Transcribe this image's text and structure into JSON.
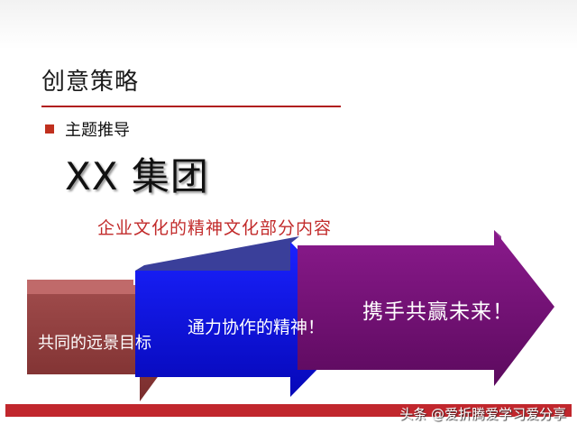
{
  "slide": {
    "title": "创意策略",
    "bullet": "主题推导",
    "company_name": "XX 集团",
    "subtitle": "企业文化的精神文化部分内容",
    "arrows": [
      {
        "label": "共同的远景目标",
        "color": "#8b3a3a"
      },
      {
        "label": "通力协作的精神！",
        "color": "#0a10d8"
      },
      {
        "label": "携手共赢未来！",
        "color": "#6e0f70"
      }
    ],
    "watermark": "头条 @爱折腾爱学习爱分享",
    "colors": {
      "accent_red": "#c1272d",
      "title_rule": "#b01e1e",
      "bullet": "#c0301e",
      "subtitle_text": "#c22b2b"
    }
  }
}
